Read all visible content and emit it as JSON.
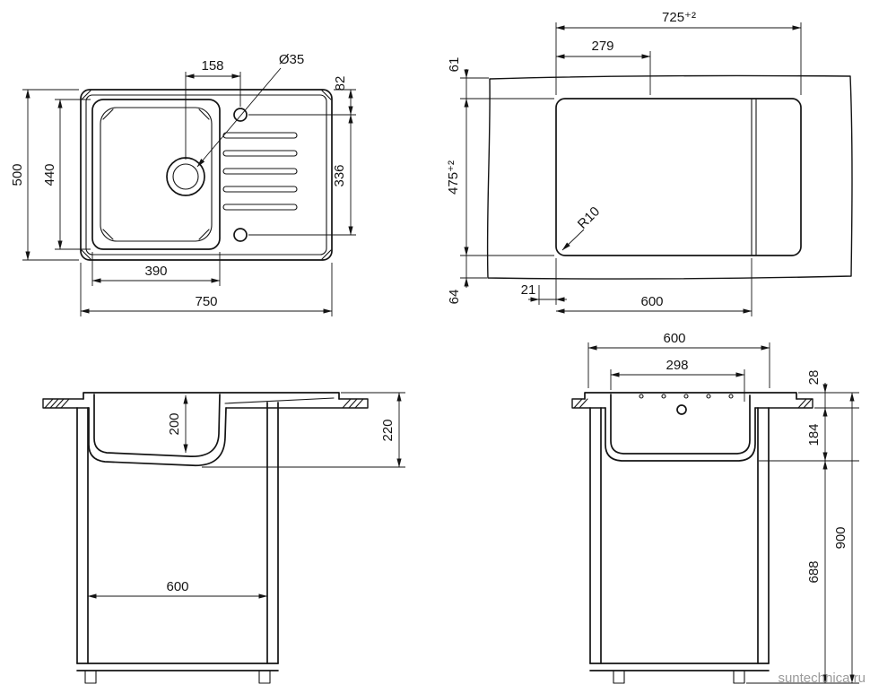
{
  "drawing": {
    "watermark": "suntechnica.ru",
    "colors": {
      "line": "#141414",
      "watermark": "#9a9a9a",
      "background": "#ffffff"
    },
    "top_view": {
      "drain_to_hole": "158",
      "drain_diameter": "Ø35",
      "hole_top_offset": "82",
      "holes_span": "336",
      "bowl_length": "440",
      "overall_depth": "500",
      "bowl_width": "390",
      "overall_width": "750"
    },
    "cutout_view": {
      "cutout_width": "725⁺²",
      "tap_offset": "279",
      "top_gap": "61",
      "cutout_height": "475⁺²",
      "bottom_gap": "64",
      "side_gap": "21",
      "bowl_zone_width": "600",
      "corner_radius": "R10"
    },
    "front_view": {
      "bowl_depth": "200",
      "overall_depth": "220",
      "cabinet_width": "600"
    },
    "side_view": {
      "cabinet_width": "600",
      "drain_offset": "298",
      "rim_height": "28",
      "under_top_depth": "184",
      "clearance": "688",
      "total_height": "900"
    }
  }
}
